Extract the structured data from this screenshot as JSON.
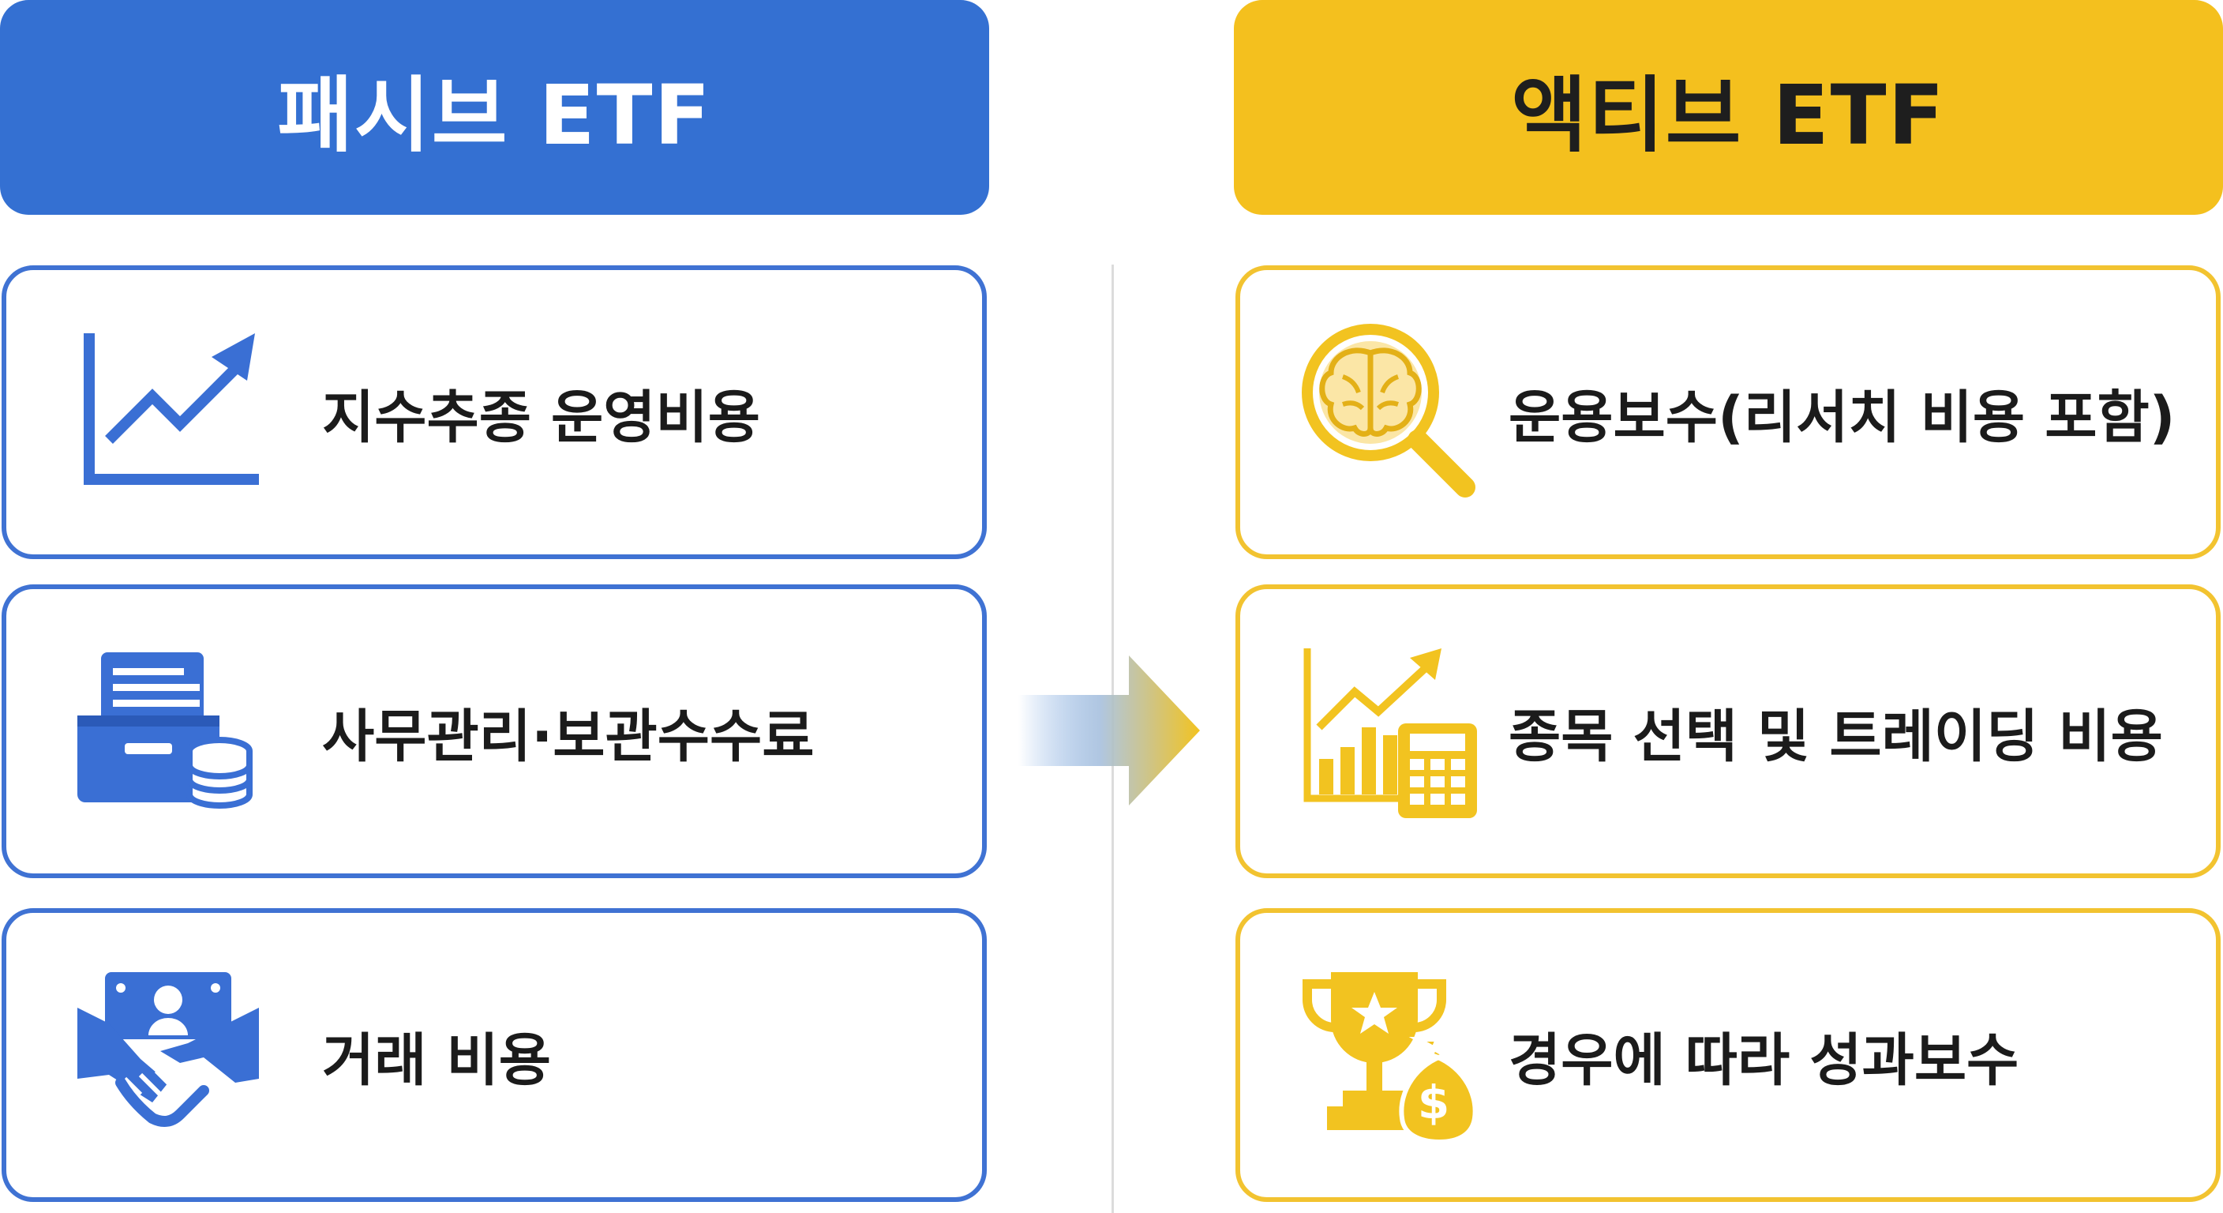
{
  "passive": {
    "title": "패시브 ETF",
    "items": [
      {
        "label": "지수추종 운영비용",
        "icon": "trend-line-chart-icon"
      },
      {
        "label": "사무관리·보관수수료",
        "icon": "file-box-coins-icon"
      },
      {
        "label": "거래 비용",
        "icon": "handshake-money-icon"
      }
    ]
  },
  "active": {
    "title": "액티브 ETF",
    "items": [
      {
        "label": "운용보수(리서치 비용 포함)",
        "icon": "brain-magnifier-icon"
      },
      {
        "label": "종목 선택 및 트레이딩 비용",
        "icon": "chart-calculator-icon"
      },
      {
        "label": "경우에 따라 성과보수",
        "icon": "trophy-money-bag-icon"
      }
    ]
  },
  "colors": {
    "passive_accent": "#3470d2",
    "active_accent": "#f4c01e"
  }
}
